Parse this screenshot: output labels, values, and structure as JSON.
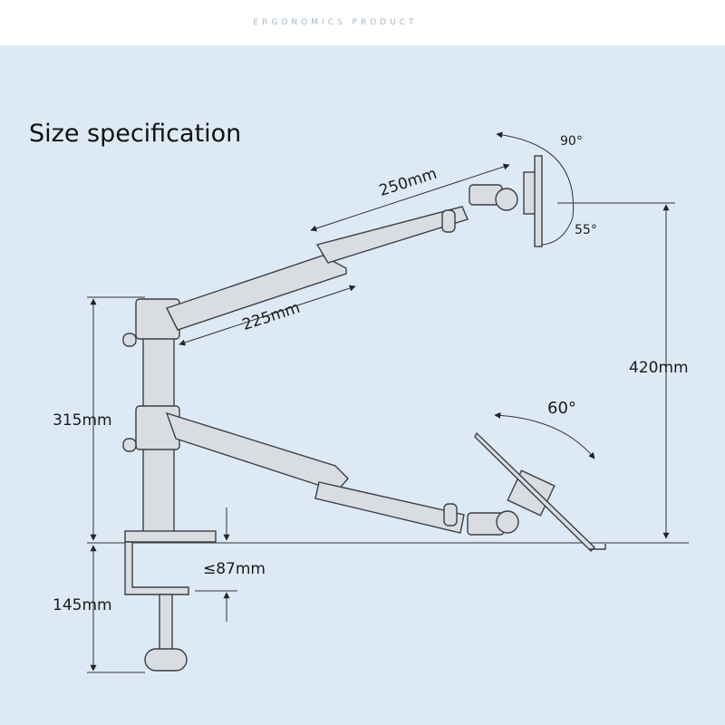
{
  "header": {
    "label": "ERGONOMICS   PRODUCT"
  },
  "title": "Size specification",
  "dimensions": {
    "upper_arm_length": "250mm",
    "upper_forearm_length": "225mm",
    "lower_pole_height": "315mm",
    "mount_height": "420mm",
    "clamp_height": "145mm",
    "clamp_thickness": "≤87mm"
  },
  "angles": {
    "tilt_up": "90°",
    "tilt_down": "55°",
    "tray_tilt": "60°"
  },
  "colors": {
    "background": "#ddeaf6",
    "line": "#3a3f44",
    "metal": "#d9dde2"
  }
}
